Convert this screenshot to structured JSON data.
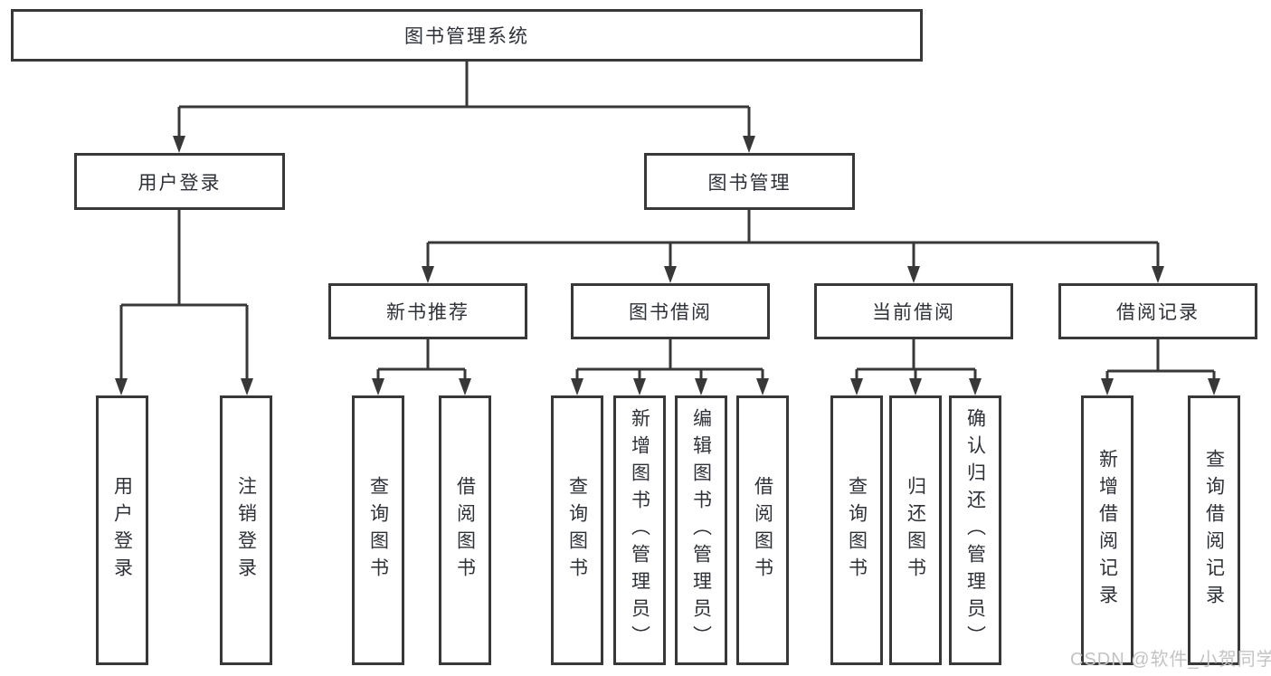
{
  "title": "图书管理系统",
  "branches": [
    {
      "label": "用户登录",
      "children": [
        "用户登录",
        "注销登录"
      ]
    },
    {
      "label": "图书管理",
      "sub": [
        {
          "label": "新书推荐",
          "children": [
            "查询图书",
            "借阅图书"
          ]
        },
        {
          "label": "图书借阅",
          "children": [
            "查询图书",
            "新增图书（管理员）",
            "编辑图书（管理员）",
            "借阅图书"
          ]
        },
        {
          "label": "当前借阅",
          "children": [
            "查询图书",
            "归还图书",
            "确认归还（管理员）"
          ]
        },
        {
          "label": "借阅记录",
          "children": [
            "新增借阅记录",
            "查询借阅记录"
          ]
        }
      ]
    }
  ],
  "watermark": "CSDN @软件_小贺同学",
  "colors": {
    "line": "#383838",
    "text": "#2e3138",
    "watermark": "#c3c3c3",
    "background": "#ffffff"
  }
}
